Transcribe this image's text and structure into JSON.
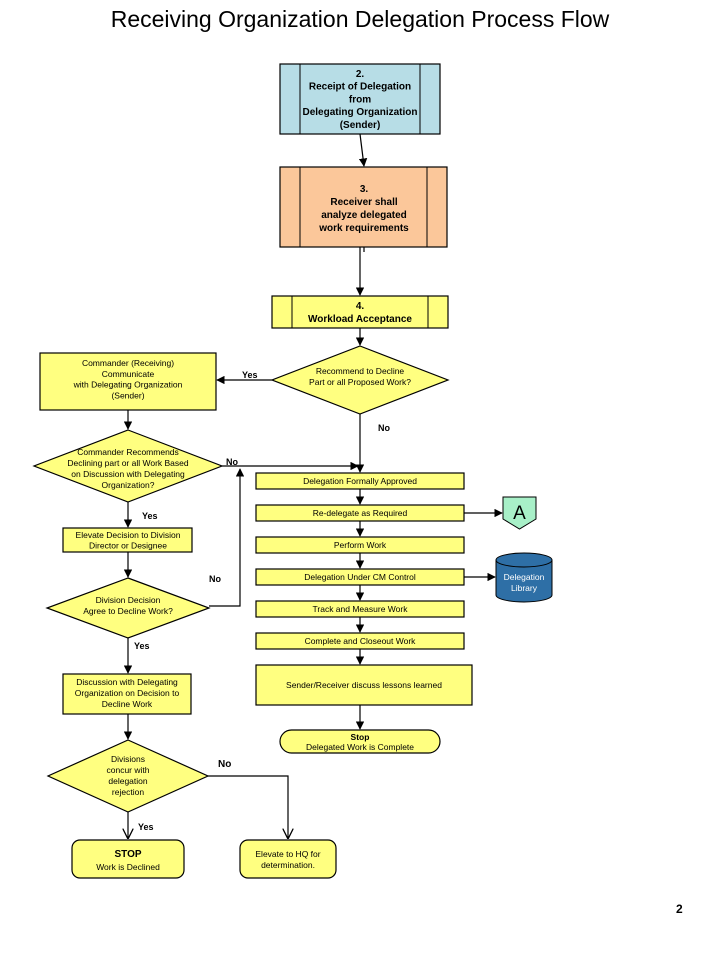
{
  "title": "Receiving Organization Delegation Process Flow",
  "page_number": "2",
  "colors": {
    "blue_box": "#b7dde6",
    "orange_box": "#fbc79a",
    "yellow_box": "#ffff80",
    "connector": "#a8f0c8",
    "database": "#2e6fa6"
  },
  "steps": {
    "s2": [
      "2.",
      "Receipt of Delegation",
      "from",
      "Delegating Organization",
      "(Sender)"
    ],
    "s3": [
      "3.",
      "Receiver shall",
      "analyze delegated",
      "work requirements"
    ],
    "s4": [
      "4.",
      "Workload Acceptance"
    ]
  },
  "decisions": {
    "recommend": [
      "Recommend to Decline",
      "Part or all Proposed Work?"
    ],
    "commander_recommends": [
      "Commander Recommends",
      "Declining part or all Work Based",
      "on Discussion with Delegating",
      "Organization?"
    ],
    "division_decision": [
      "Division Decision",
      "Agree to Decline Work?"
    ],
    "divisions_concur": [
      "Divisions",
      "concur with",
      "delegation",
      "rejection"
    ]
  },
  "boxes": {
    "commander_communicate": [
      "Commander (Receiving)",
      "Communicate",
      "with Delegating Organization",
      "(Sender)"
    ],
    "elevate_division": [
      "Elevate Decision to Division",
      "Director or Designee"
    ],
    "discussion": [
      "Discussion with Delegating",
      "Organization on Decision to",
      "Decline Work"
    ],
    "stop_declined": [
      "STOP",
      "Work is Declined"
    ],
    "elevate_hq": [
      "Elevate to HQ for",
      "determination."
    ],
    "formally_approved": "Delegation Formally Approved",
    "redelegate": "Re-delegate as Required",
    "perform": "Perform Work",
    "cm_control": "Delegation Under CM Control",
    "track": "Track and Measure Work",
    "closeout": "Complete and Closeout Work",
    "lessons": "Sender/Receiver discuss lessons learned",
    "stop_complete": [
      "Stop",
      "Delegated Work is Complete"
    ]
  },
  "connector_label": "A",
  "database_label": [
    "Delegation",
    "Library"
  ],
  "edge_labels": {
    "yes": "Yes",
    "no": "No"
  }
}
